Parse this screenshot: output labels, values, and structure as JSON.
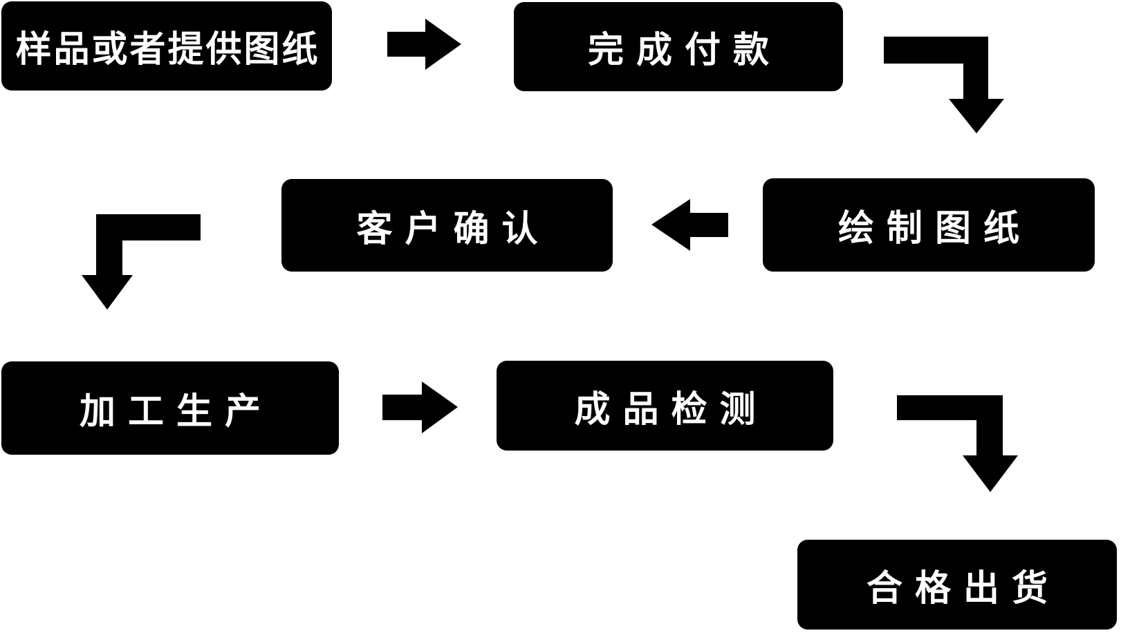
{
  "diagram": {
    "type": "flowchart",
    "background_color": "#ffffff",
    "node_fill_color": "#000000",
    "node_text_color": "#ffffff",
    "arrow_color": "#000000",
    "steps": [
      {
        "id": "step-1",
        "label": "样品或者提供图纸"
      },
      {
        "id": "step-2",
        "label": "完成付款"
      },
      {
        "id": "step-3",
        "label": "绘制图纸"
      },
      {
        "id": "step-4",
        "label": "客户确认"
      },
      {
        "id": "step-5",
        "label": "加工生产"
      },
      {
        "id": "step-6",
        "label": "成品检测"
      },
      {
        "id": "step-7",
        "label": "合格出货"
      }
    ],
    "connections": [
      {
        "from": "样品或者提供图纸",
        "to": "完成付款",
        "shape": "straight",
        "direction": "right"
      },
      {
        "from": "完成付款",
        "to": "绘制图纸",
        "shape": "elbow",
        "direction": "right-then-down"
      },
      {
        "from": "绘制图纸",
        "to": "客户确认",
        "shape": "straight",
        "direction": "left"
      },
      {
        "from": "客户确认",
        "to": "加工生产",
        "shape": "elbow",
        "direction": "left-then-down"
      },
      {
        "from": "加工生产",
        "to": "成品检测",
        "shape": "straight",
        "direction": "right"
      },
      {
        "from": "成品检测",
        "to": "合格出货",
        "shape": "elbow",
        "direction": "right-then-down"
      }
    ]
  }
}
